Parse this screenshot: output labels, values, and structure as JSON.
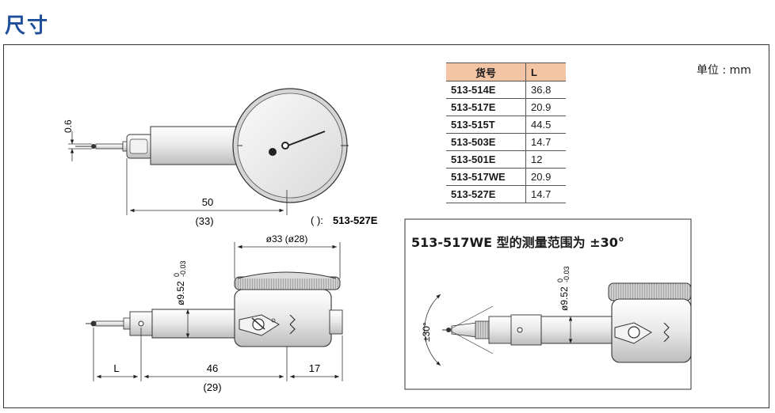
{
  "title": "尺寸",
  "unit_label": "单位 : mm",
  "table": {
    "headers": [
      "货号",
      "L"
    ],
    "rows": [
      [
        "513-514E",
        "36.8"
      ],
      [
        "513-517E",
        "20.9"
      ],
      [
        "513-515T",
        "44.5"
      ],
      [
        "513-503E",
        "14.7"
      ],
      [
        "513-501E",
        "12"
      ],
      [
        "513-517WE",
        "20.9"
      ],
      [
        "513-527E",
        "14.7"
      ]
    ]
  },
  "top_view": {
    "dim_06": "0.6",
    "dim_50": "50",
    "dim_33": "(33)",
    "paren_note_prefix": "(   ):",
    "paren_note_model": "513-527E"
  },
  "side_view": {
    "dim_dia33": "ø33 (ø28)",
    "dim_stem": "ø9.52",
    "dim_stem_tol_upper": "0",
    "dim_stem_tol_lower": "-0.03",
    "dim_L": "L",
    "dim_46": "46",
    "dim_29": "(29)",
    "dim_17": "17"
  },
  "inset": {
    "title": "513-517WE 型的测量范围为 ±30°",
    "angle_label": "±30°",
    "dim_stem": "ø9.52",
    "dim_stem_tol_upper": "0",
    "dim_stem_tol_lower": "-0.03"
  }
}
